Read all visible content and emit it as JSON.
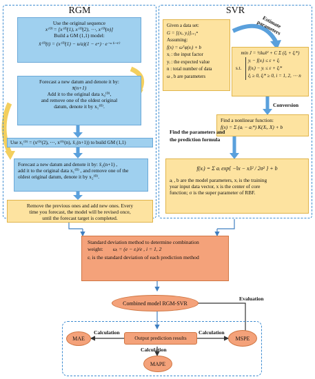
{
  "rgm": {
    "title": "RGM",
    "box1": {
      "line1": "Use the original sequence",
      "seq": "x⁽⁰⁾ = [x⁽⁰⁾(1), x⁽⁰⁾(2), ⋯, x⁽⁰⁾(n)]",
      "line2": "Build a GM (1,1) model:",
      "formula": "x̂⁽⁰⁾(t) = (x⁽⁰⁾(1) − u/a)(1 − eᵃ) · e⁻ᵃ⁽ᵗ⁻¹⁾"
    },
    "box2": {
      "line1": "Forecast a new datum and denote it by:",
      "sym": "x̄(n+1)",
      "line2": "Add it to the original data x₀⁽⁰⁾,",
      "line3": "and remove one of the oldest original",
      "line4": "datum, denote it by x₁⁽⁰⁾."
    },
    "box3": "Use x₁⁽⁰⁾ = (x⁽⁰⁾(2), ⋯, x⁽⁰⁾(n), x̄₁(n+1)) to build GM (1,1)",
    "box4": {
      "line1": "Forecast a new datum and denote it by: x̄₂(n+1) ,",
      "line2": "add it to the original data x₁⁽⁰⁾ , and remove one of the",
      "line3": "oldest original datum, denote it by x₂⁽⁰⁾."
    },
    "box5": {
      "line1": "Remove the previous ones and add new ones. Every",
      "line2": "time you forecast, the model will be revised once,",
      "line3": "until the forecast target is completed."
    }
  },
  "svr": {
    "title": "SVR",
    "estimate_label": "Estimate parameters",
    "box1": {
      "l1": "Given a data set:",
      "l2": "G = [(xᵢ, yᵢ)]ᵢ₌₁ⁿ",
      "l3": "Assuming:",
      "l4": "f(x) = ωᵀφ(xᵢ) + b",
      "l5": "xᵢ : the input factor",
      "l6": "yᵢ : the expected value",
      "l7": "n : total number of data",
      "l8": "ω , b are parameters"
    },
    "box2": {
      "l1": "min J = ½‖ω‖² + C Σ (ξᵢ + ξᵢ*)",
      "l2": "yᵢ − f(xᵢ) ≤ ε + ξᵢ",
      "l3": "f(xᵢ) − yᵢ ≤ ε + ξᵢ*",
      "l4": "ξᵢ ≥ 0,  ξᵢ* ≥ 0, i = 1, 2, ⋯ n",
      "st": "s.t."
    },
    "conversion_label": "Conversion",
    "box3": {
      "l1": "Find a nonlinear function:",
      "l2": "f(x) = Σ (aᵢ − aᵢ*) K(Xᵢ, X) + b"
    },
    "find_label": "Find the parameters and the prediction formula",
    "box4": {
      "formula": "f(xᵢ) = Σ aᵢ exp{ −‖x − xᵢ‖² / 2σ² } + b",
      "l1": "aᵢ , b are the model parameters, xᵢ is the training",
      "l2": "year input data vector, x is the center of core",
      "l3": "function; σ is the super parameter of RBF."
    }
  },
  "combo": {
    "l1": "Standard deviation method to determine combination",
    "l2": "weight:",
    "formula": "ωᵢ = (e − εᵢ)/e ,  i = 1, 2",
    "l3": "εᵢ is the standard deviation of each prediction method"
  },
  "combined": "Combined model RGM-SVR",
  "evaluation": "Evaluation",
  "output": "Output prediction results",
  "calc1": "Calculation",
  "calc2": "Calculation",
  "calc3": "Calculation",
  "mae": "MAE",
  "mspe": "MSPE",
  "mape": "MAPE",
  "colors": {
    "blue_box": "#9fd0ef",
    "yellow_box": "#fde3a0",
    "orange_box": "#f4a27a",
    "panel_border": "#3a8ad0",
    "arrow_blue": "#5aa0dc",
    "arrow_yellow": "#f3cf5e"
  }
}
